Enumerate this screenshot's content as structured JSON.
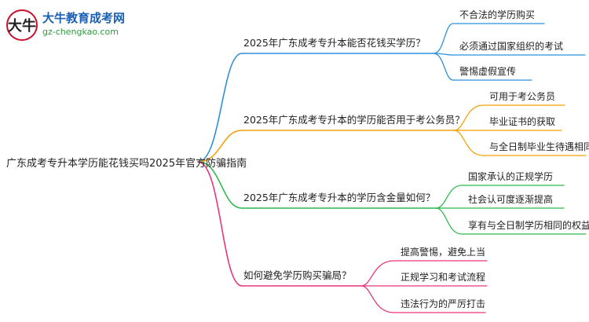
{
  "logo": {
    "title": "大牛教育成考网",
    "url": "gz-chengkao.com"
  },
  "root": {
    "label": "广东成考专升本学历能花钱买吗2025年官方防骗指南"
  },
  "branches": [
    {
      "label": "2025年广东成考专升本能否花钱买学历？",
      "color": "#2f8fdc",
      "children": [
        "不合法的学历购买",
        "必须通过国家组织的考试",
        "警惕虚假宣传"
      ]
    },
    {
      "label": "2025年广东成考专升本的学历能否用于考公务员？",
      "color": "#f5a10a",
      "children": [
        "可用于考公务员",
        "毕业证书的获取",
        "与全日制毕业生待遇相同"
      ]
    },
    {
      "label": "2025年广东成考专升本的学历含金量如何？",
      "color": "#2fb94f",
      "children": [
        "国家承认的正规学历",
        "社会认可度逐渐提高",
        "享有与全日制学历相同的权益"
      ]
    },
    {
      "label": "如何避免学历购买骗局？",
      "color": "#e8347a",
      "children": [
        "提高警惕，避免上当",
        "正规学习和考试流程",
        "违法行为的严厉打击"
      ]
    }
  ]
}
